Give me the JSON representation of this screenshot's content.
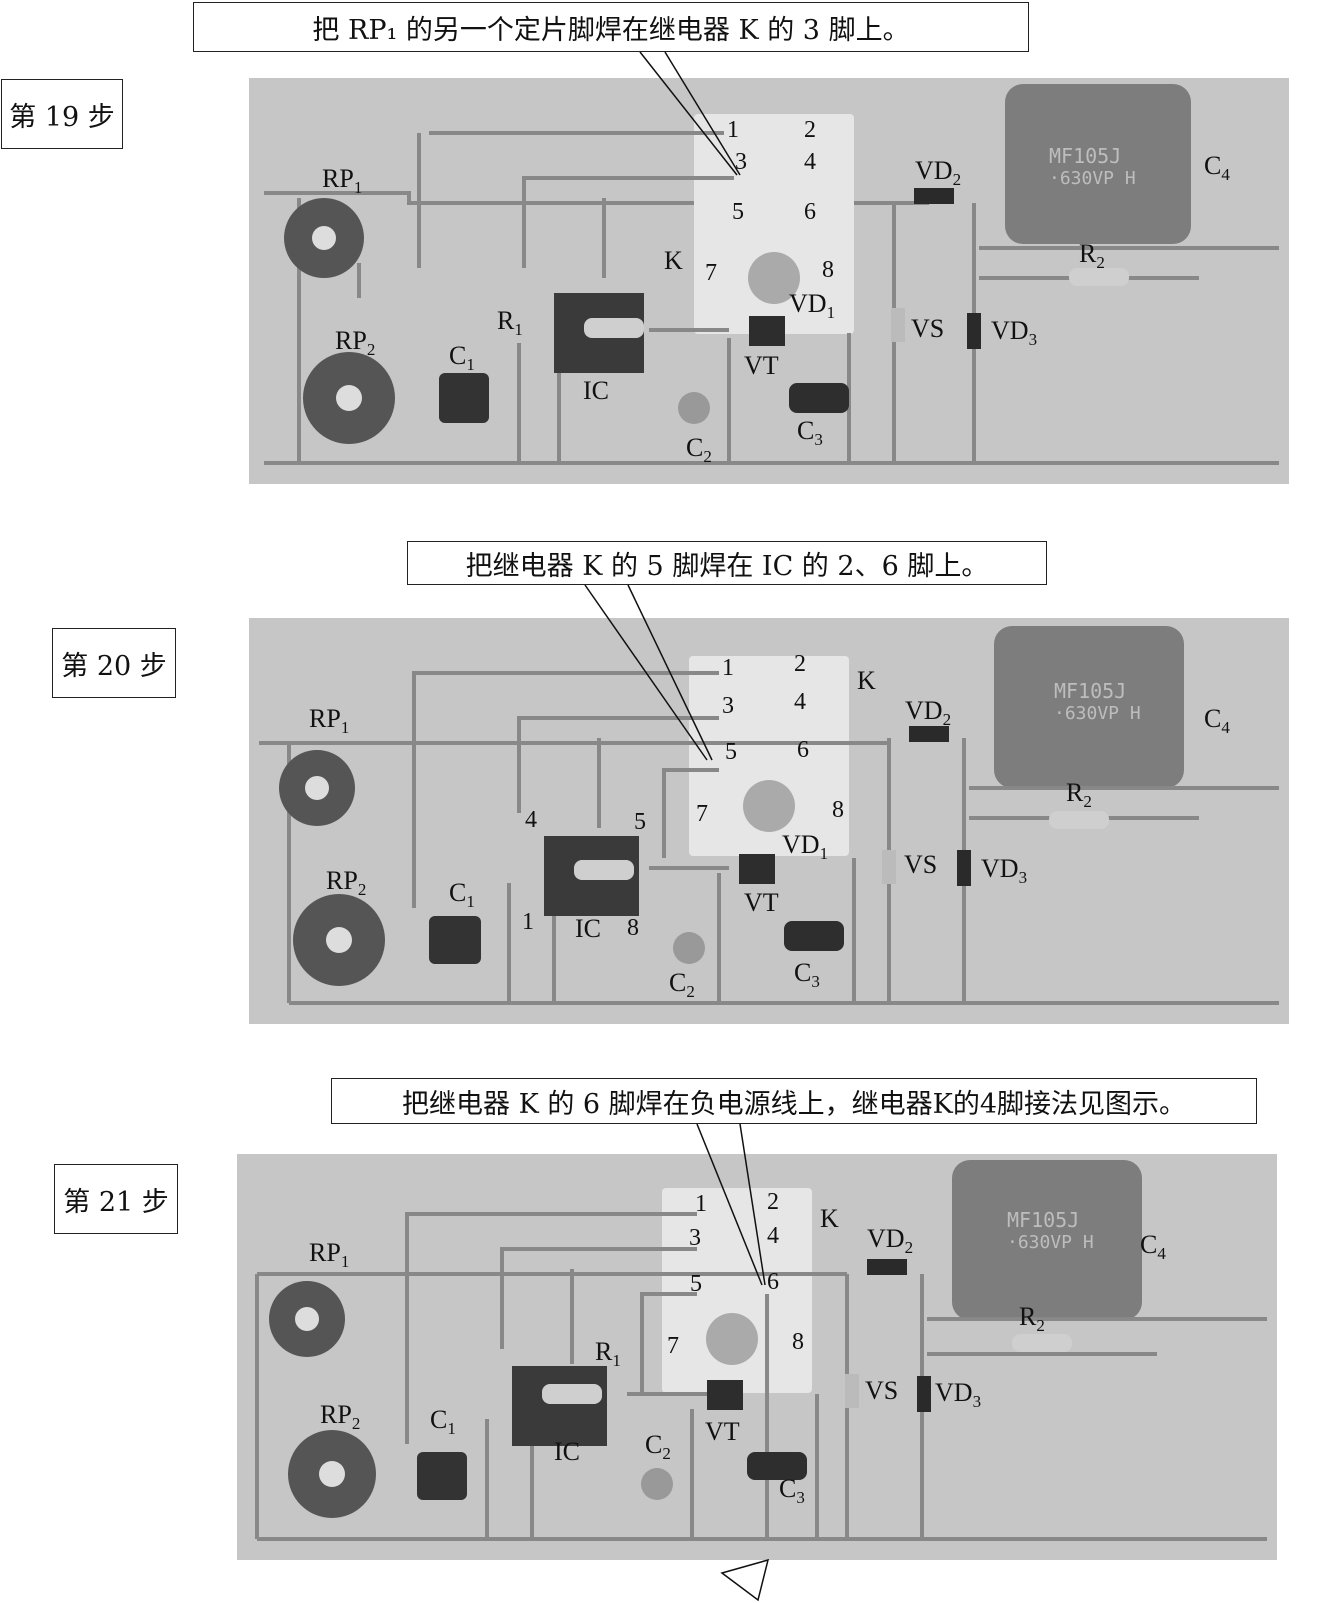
{
  "steps": [
    {
      "label": "第 19 步",
      "callout": "把 RP₁ 的另一个定片脚焊在继电器 K 的 3 脚上。",
      "parts": {
        "RP1": "RP1",
        "RP2": "RP2",
        "C1": "C1",
        "C2": "C2",
        "C3": "C3",
        "C4": "C4",
        "R1": "R1",
        "R2": "R2",
        "IC": "IC",
        "VT": "VT",
        "VS": "VS",
        "VD1": "VD1",
        "VD2": "VD2",
        "VD3": "VD3",
        "K": "K"
      },
      "pins": [
        "1",
        "2",
        "3",
        "4",
        "5",
        "6",
        "7",
        "8"
      ],
      "capacitor_marking": "MF105J\n630VP H"
    },
    {
      "label": "第 20 步",
      "callout": "把继电器 K 的 5 脚焊在 IC 的 2、6 脚上。",
      "parts": {
        "RP1": "RP1",
        "RP2": "RP2",
        "C1": "C1",
        "C2": "C2",
        "C3": "C3",
        "C4": "C4",
        "R2": "R2",
        "IC": "IC",
        "VT": "VT",
        "VS": "VS",
        "VD1": "VD1",
        "VD2": "VD2",
        "VD3": "VD3",
        "K": "K"
      },
      "pins": [
        "1",
        "2",
        "3",
        "4",
        "5",
        "6",
        "7",
        "8"
      ],
      "ic_pins": [
        "4",
        "5",
        "1",
        "8"
      ],
      "capacitor_marking": "MF105J\n630VP H"
    },
    {
      "label": "第 21 步",
      "callout": "把继电器 K 的 6 脚焊在负电源线上，继电器K的4脚接法见图示。",
      "parts": {
        "RP1": "RP1",
        "RP2": "RP2",
        "C1": "C1",
        "C2": "C2",
        "C3": "C3",
        "C4": "C4",
        "R1": "R1",
        "R2": "R2",
        "IC": "IC",
        "VT": "VT",
        "VS": "VS",
        "VD2": "VD2",
        "VD3": "VD3",
        "K": "K"
      },
      "pins": [
        "1",
        "2",
        "3",
        "4",
        "5",
        "6",
        "7",
        "8"
      ],
      "capacitor_marking": "MF105J\n630VP H"
    }
  ]
}
